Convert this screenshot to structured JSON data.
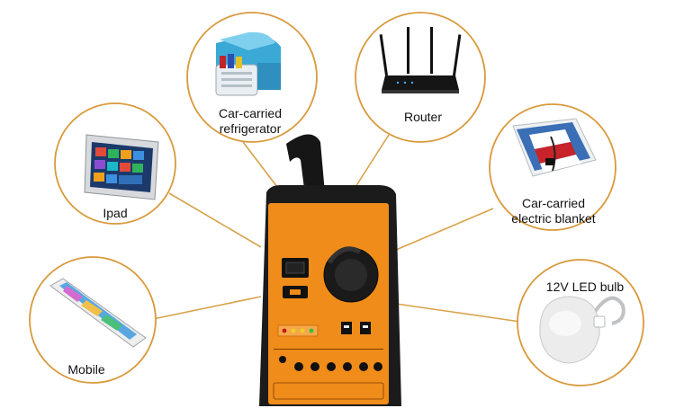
{
  "devices": {
    "fridge": {
      "label_line1": "Car-carried",
      "label_line2": "refrigerator",
      "icon": "car-refrigerator-icon"
    },
    "router": {
      "label": "Router",
      "icon": "router-icon"
    },
    "ipad": {
      "label": "Ipad",
      "icon": "tablet-icon"
    },
    "blanket": {
      "label_line1": "Car-carried",
      "label_line2": "electric blanket",
      "icon": "electric-blanket-icon"
    },
    "mobile": {
      "label": "Mobile",
      "icon": "smartphone-icon"
    },
    "bulb": {
      "label": "12V LED bulb",
      "icon": "led-bulb-icon"
    }
  },
  "colors": {
    "circle_border": "#d89a3c",
    "connector": "#d8a24a",
    "unit_orange": "#f08c1a",
    "unit_body": "#1a1a1a"
  }
}
